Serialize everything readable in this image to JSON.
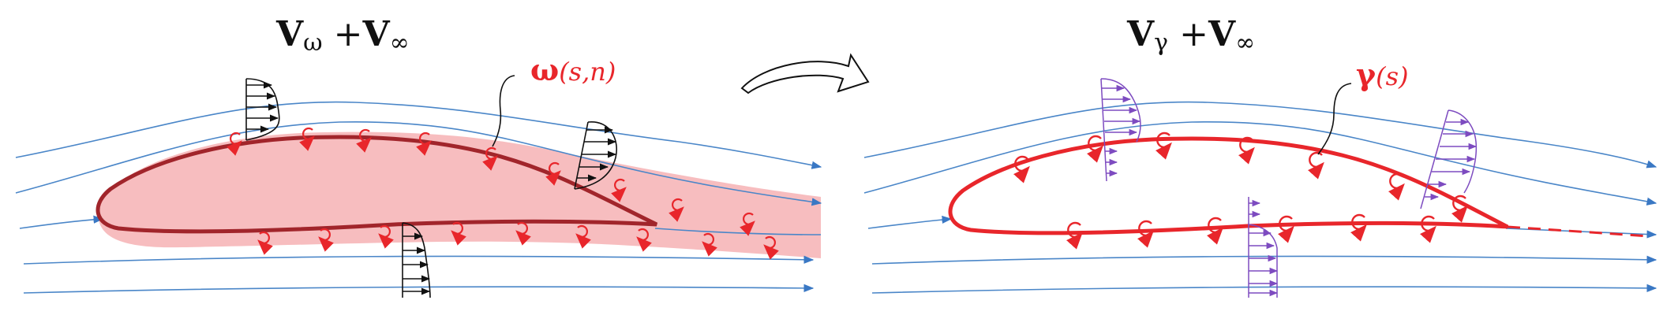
{
  "colors": {
    "streamline": "#4a86c8",
    "arrowhead": "#3a78c4",
    "airfoil_left": "#a1252b",
    "airfoil_right": "#e8262b",
    "wake_fill": "#f6b6b8",
    "vortex": "#e8262b",
    "profile_left": "#111111",
    "profile_right": "#7d4bc0",
    "label": "#e8262b",
    "title": "#111111"
  },
  "left_panel": {
    "title": {
      "main": "V",
      "sub": "ω",
      "op": " +",
      "main2": "V",
      "sub2": "∞"
    },
    "label": {
      "symbol": "ω",
      "args": "(s,n)"
    }
  },
  "right_panel": {
    "title": {
      "main": "V",
      "sub": "γ",
      "op": " +",
      "main2": "V",
      "sub2": "∞"
    },
    "label": {
      "symbol": "γ",
      "args": "(s)"
    }
  },
  "icons": {
    "transition": "curved-right-arrow-icon",
    "vortex": "circular-arrow-icon"
  }
}
